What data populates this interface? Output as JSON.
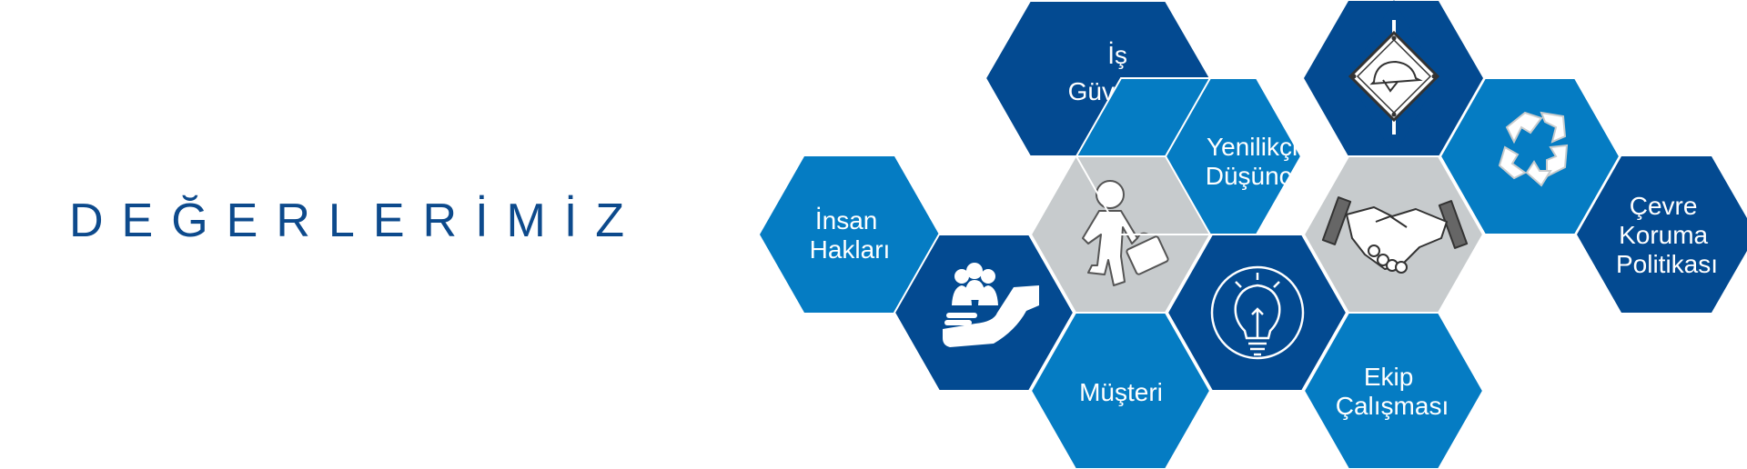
{
  "title": "DEĞERLERİMİZ",
  "colors": {
    "dark_blue": "#034a91",
    "mid_blue": "#057cc3",
    "gray": "#c7cbcd",
    "title": "#0d4a8c",
    "white": "#ffffff"
  },
  "values": {
    "is_guvenligi": [
      "İş",
      "Güvenliği"
    ],
    "insan_haklari": [
      "İnsan",
      "Hakları"
    ],
    "yenilikci_dusunce": [
      "Yenilikçi",
      "Düşünce"
    ],
    "musteri": [
      "Müşteri"
    ],
    "ekip_calismasi": [
      "Ekip",
      "Çalışması"
    ],
    "cevre_koruma": [
      "Çevre",
      "Koruma",
      "Politikası"
    ]
  },
  "icons": [
    "hard-hat-sign-icon",
    "recycle-icon",
    "walking-person-briefcase-icon",
    "handshake-icon",
    "hand-holding-people-icon",
    "lightbulb-icon"
  ]
}
